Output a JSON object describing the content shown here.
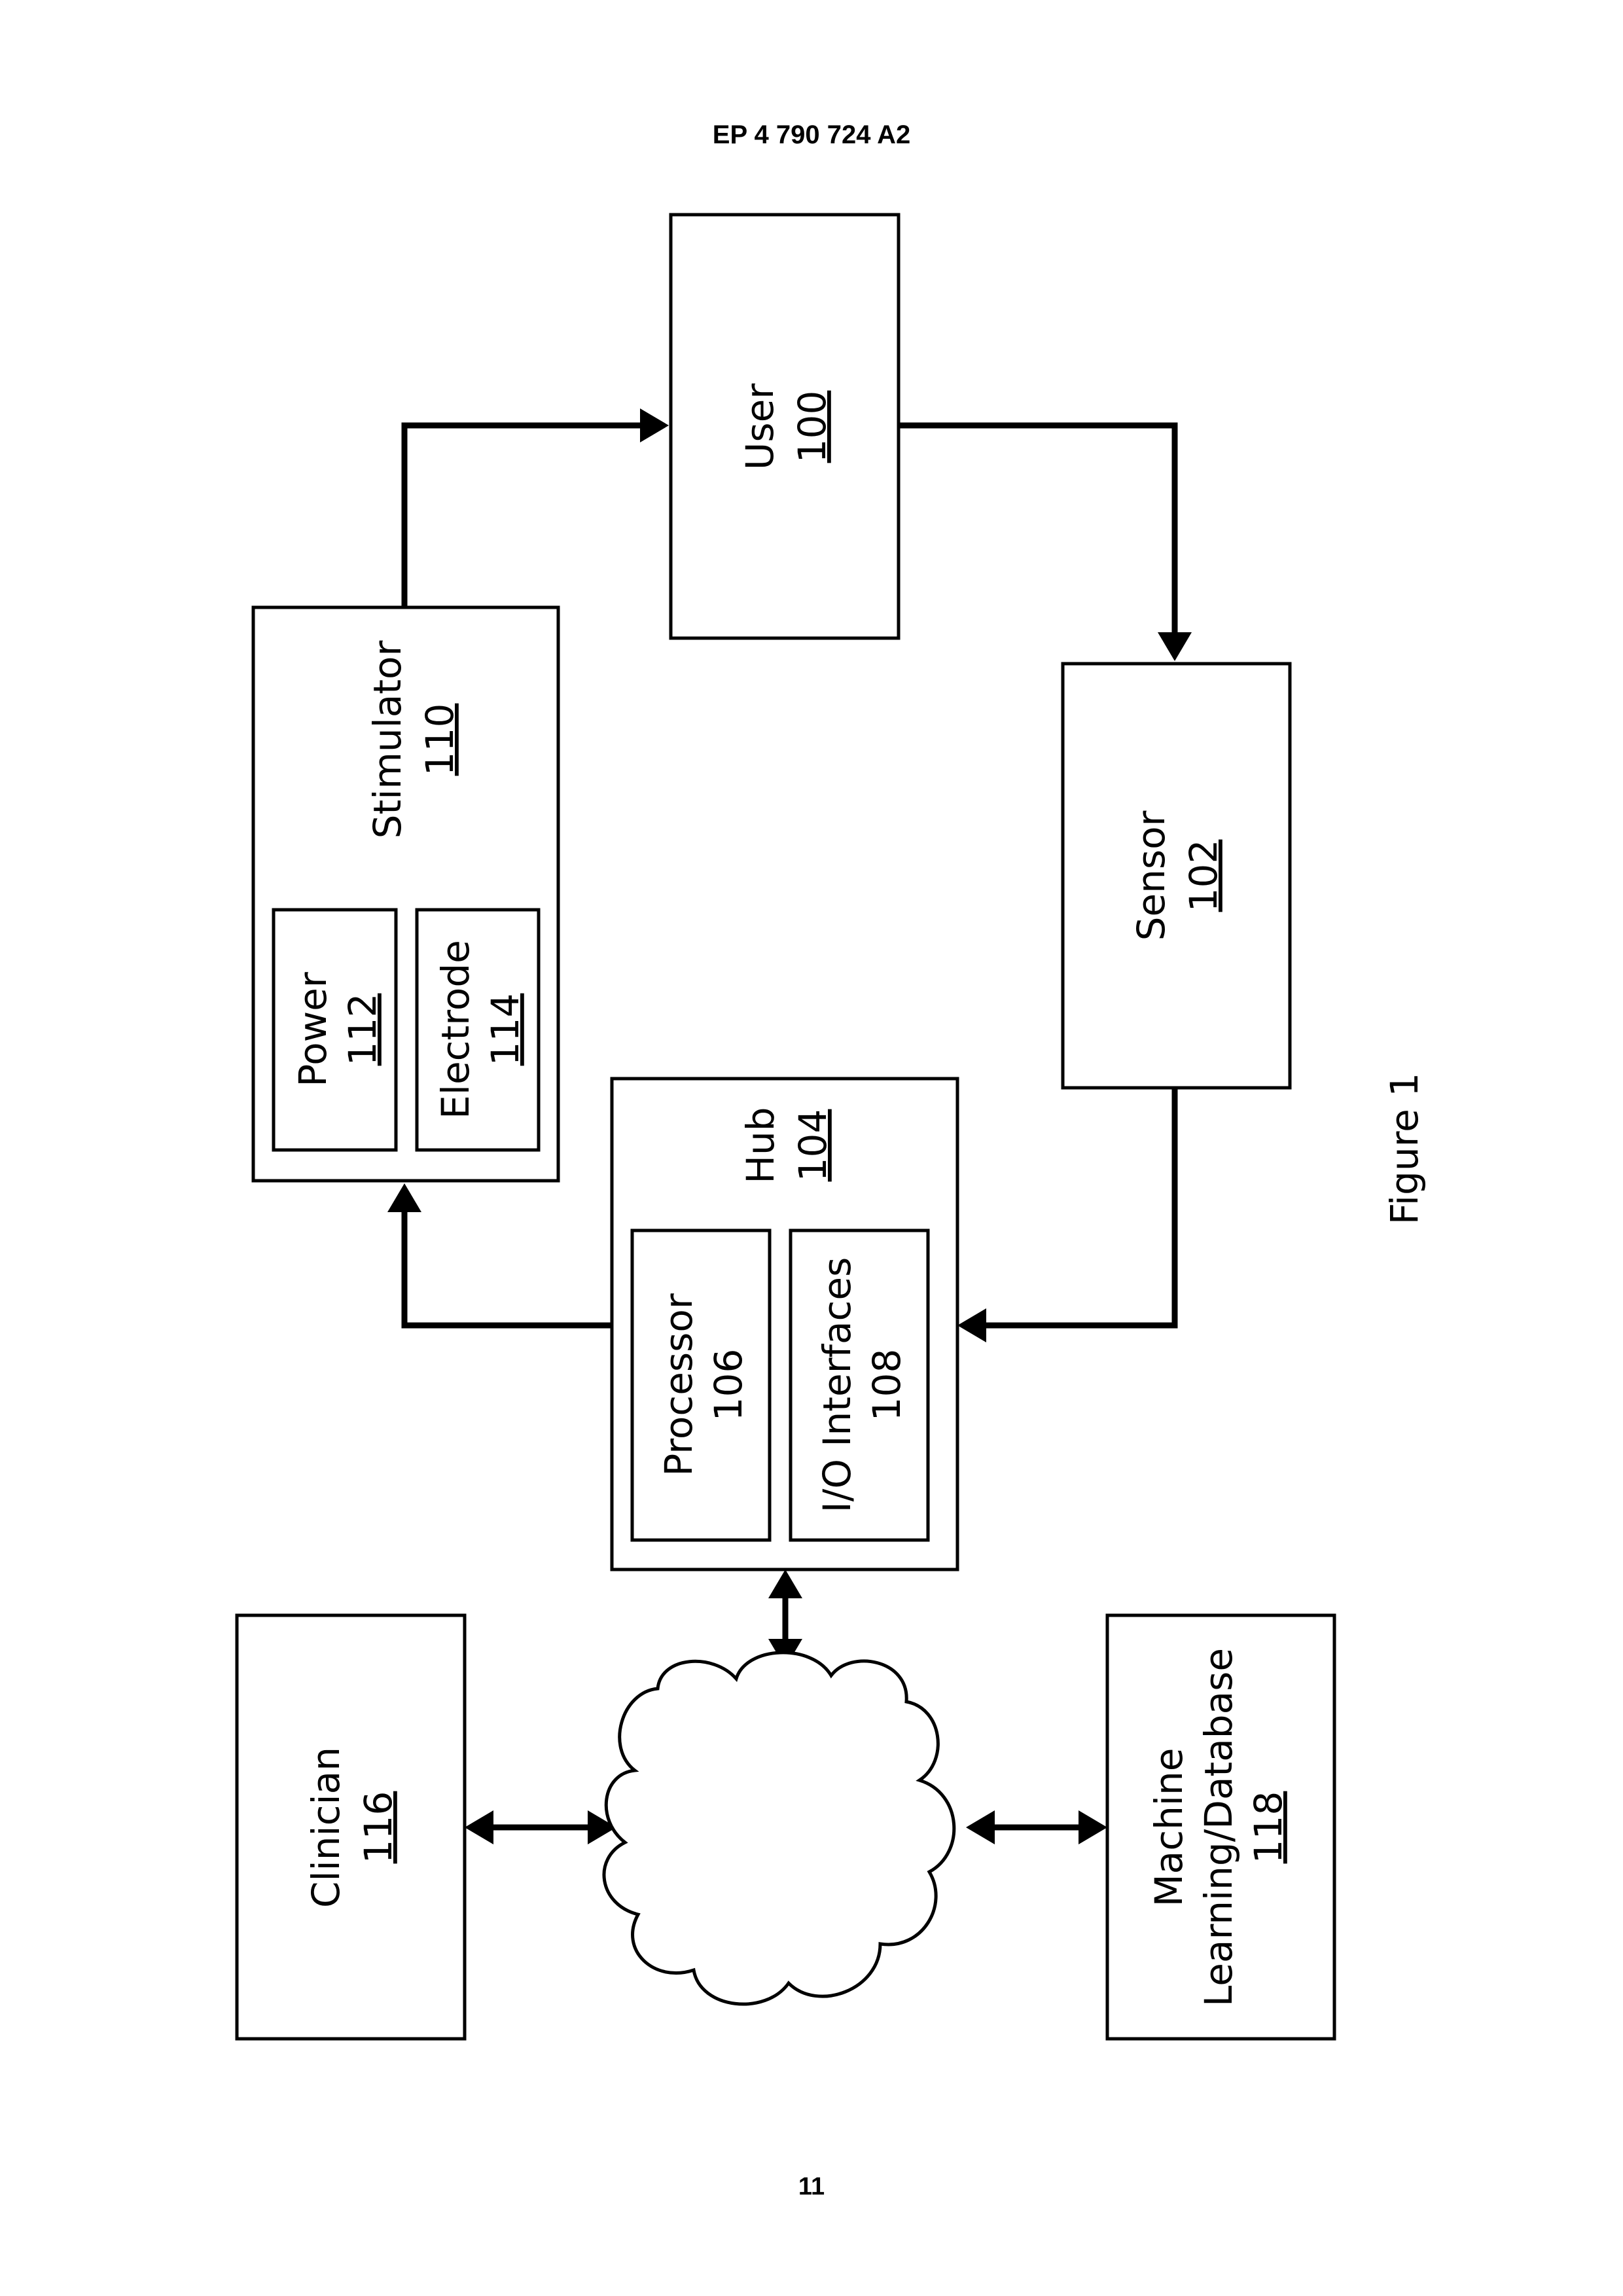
{
  "header": {
    "publication": "EP 4 790 724 A2"
  },
  "footer": {
    "page_number": "11"
  },
  "figure": {
    "caption": "Figure 1"
  },
  "nodes": {
    "user": {
      "label": "User",
      "ref": "100"
    },
    "sensor": {
      "label": "Sensor",
      "ref": "102"
    },
    "hub": {
      "label": "Hub",
      "ref": "104"
    },
    "processor": {
      "label": "Processor",
      "ref": "106"
    },
    "io": {
      "label": "I/O Interfaces",
      "ref": "108"
    },
    "stimulator": {
      "label": "Stimulator",
      "ref": "110"
    },
    "power": {
      "label": "Power",
      "ref": "112"
    },
    "electrode": {
      "label": "Electrode",
      "ref": "114"
    },
    "clinician": {
      "label": "Clinician",
      "ref": "116"
    },
    "ml": {
      "label_line1": "Machine",
      "label_line2": "Learning/Database",
      "ref": "118"
    }
  }
}
